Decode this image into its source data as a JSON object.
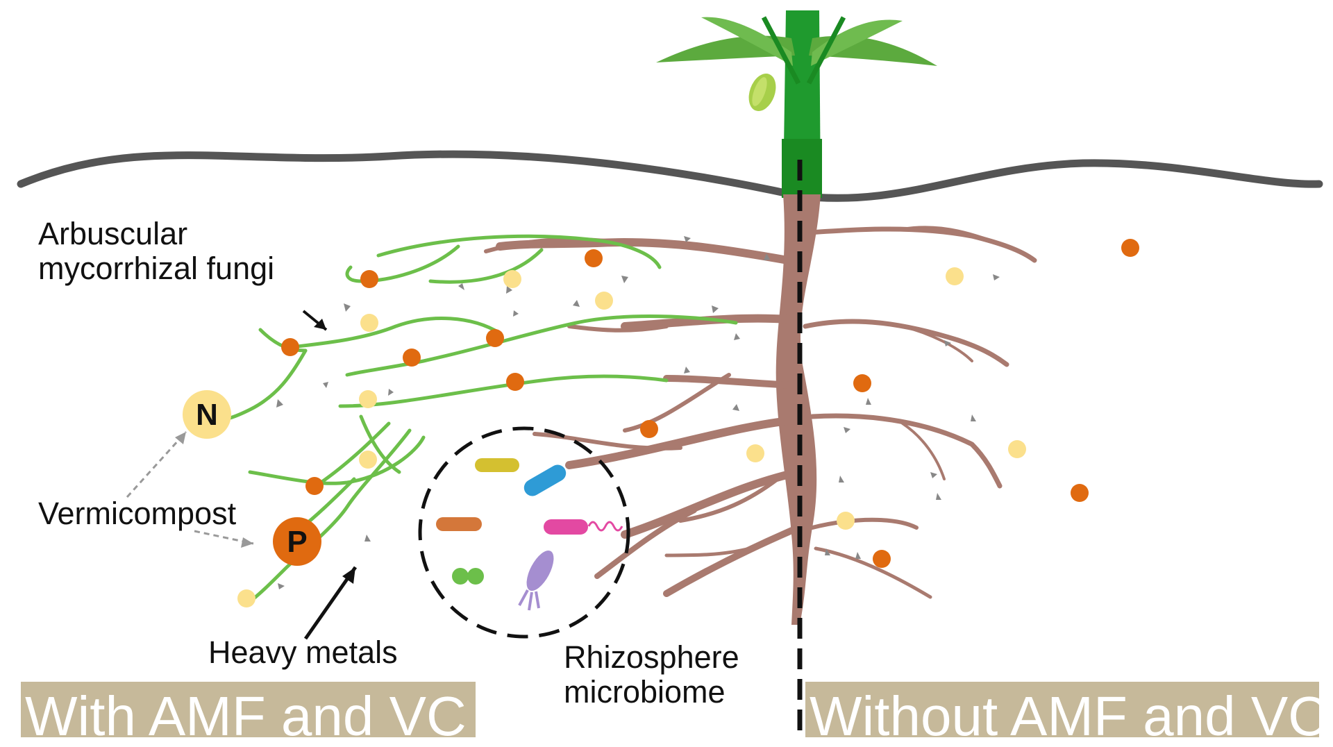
{
  "labels": {
    "amf": [
      "Arbuscular",
      "mycorrhizal fungi"
    ],
    "vermicompost": "Vermicompost",
    "heavy_metals": "Heavy metals",
    "microbiome": [
      "Rhizosphere",
      "microbiome"
    ],
    "nitrogen": "N",
    "phosphorus": "P"
  },
  "panels": {
    "left": "With AMF and VC",
    "right": "Without AMF and VC"
  },
  "colors": {
    "soil_line": "#555555",
    "root": "#a97a6f",
    "hyphae": "#6cbf4a",
    "stem": "#1f9a2e",
    "nitrogen": "#fbe08c",
    "phosphorus": "#e06a10",
    "panel": "#c6b99a"
  }
}
